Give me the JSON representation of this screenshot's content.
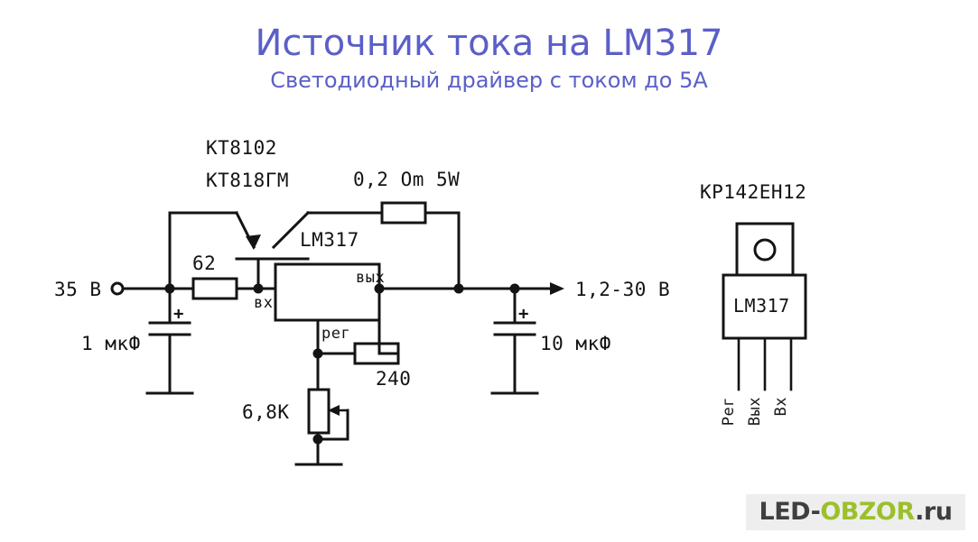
{
  "header": {
    "title": "Источник тока на LM317",
    "subtitle": "Светодиодный драйвер с током до 5А",
    "title_color": "#5b5fc7"
  },
  "schematic": {
    "transistor": {
      "label_line1": "КТ8102",
      "label_line2": "КТ818ГМ"
    },
    "sense_resistor": {
      "label": "0,2 Om 5W"
    },
    "base_resistor": {
      "label": "62"
    },
    "regulator": {
      "name": "LM317",
      "pin_in": "вх",
      "pin_out": "вых",
      "pin_adj": "рег"
    },
    "input": {
      "label": "35 В"
    },
    "output": {
      "label": "1,2-30 В"
    },
    "cap_in": {
      "label": "1 мкФ",
      "polarity": "+"
    },
    "cap_out": {
      "label": "10 мкФ",
      "polarity": "+"
    },
    "set_resistor": {
      "label": "240"
    },
    "potentiometer": {
      "label": "6,8К"
    }
  },
  "package": {
    "part_number": "КР142ЕН12",
    "body_label": "LM317",
    "pins": [
      "Рег",
      "Вых",
      "Вх"
    ]
  },
  "watermark": {
    "part1": "LED-",
    "part2": "OBZOR",
    "part3": ".ru",
    "color1": "#3f3f3f",
    "color2": "#9cc02c"
  }
}
